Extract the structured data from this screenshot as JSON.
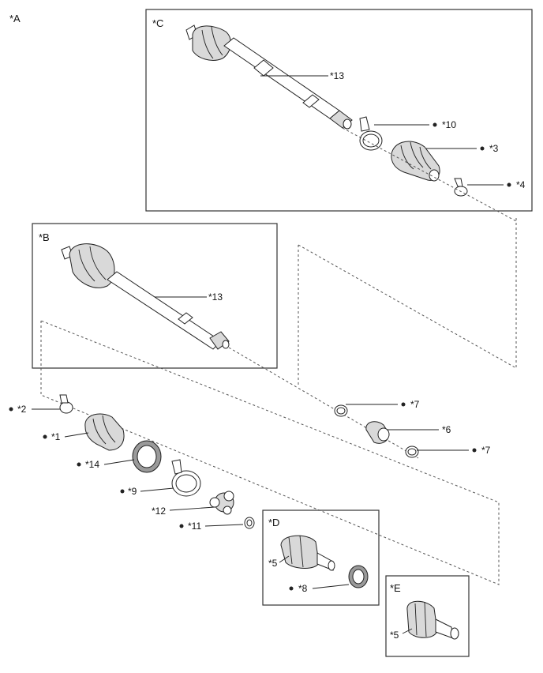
{
  "view_labels": {
    "A": "*A",
    "B": "*B",
    "C": "*C",
    "D": "*D",
    "E": "*E"
  },
  "callouts": {
    "c1": "*1",
    "c2": "*2",
    "c3": "*3",
    "c4": "*4",
    "c5d": "*5",
    "c5e": "*5",
    "c6": "*6",
    "c7a": "*7",
    "c7b": "*7",
    "c8": "*8",
    "c9": "*9",
    "c10": "*10",
    "c11": "*11",
    "c12": "*12",
    "c13c": "*13",
    "c13b": "*13",
    "c14": "*14"
  }
}
